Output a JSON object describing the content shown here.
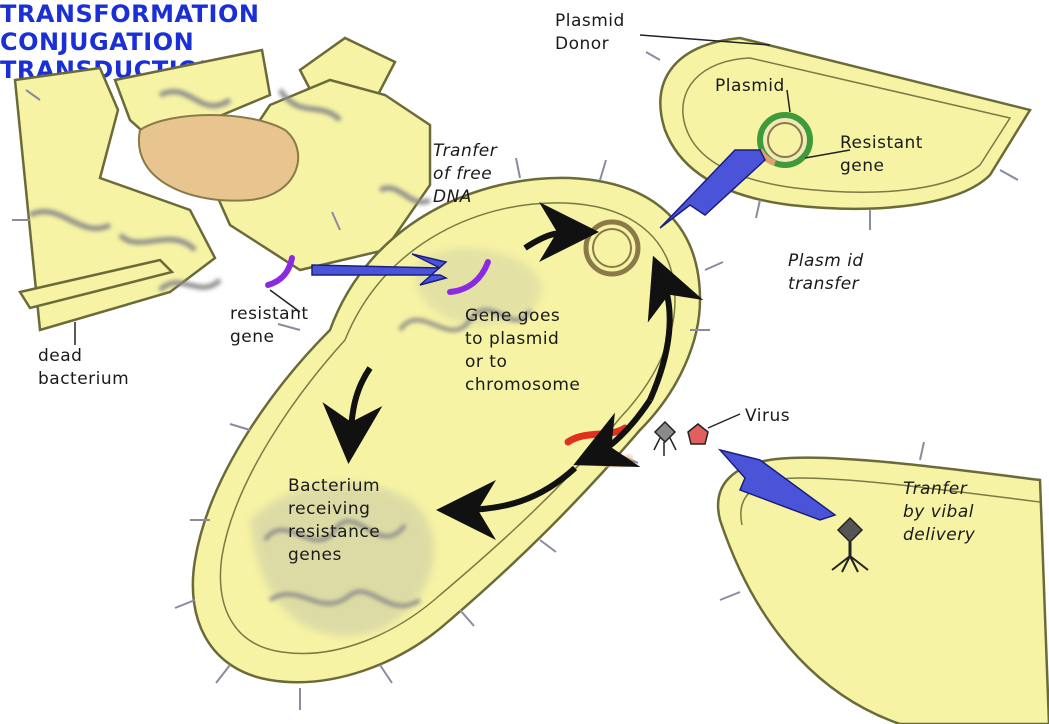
{
  "colors": {
    "cell_fill": "#f6f3a4",
    "cell_stroke": "#6b6b3a",
    "heading_blue": "#1a2fd6",
    "arrow_blue": "#4b54d9",
    "gene_purple": "#8a2be2",
    "gene_red": "#e0301e",
    "plasmid_green": "#3f9a3a",
    "nucleus_tan": "#e8c48e"
  },
  "labels": {
    "plasmid_donor": "Plasmid\nDonor",
    "plasmid": "Plasmid",
    "resistant_gene_right": "Resistant\ngene",
    "transfer_free_dna": "Tranfer\nof free\nDNA",
    "transformation": "TRANSFORMATION",
    "conjugation": "CONJUGATION",
    "plasmid_transfer": "Plasm id\ntransfer",
    "resistant_gene_left": "resistant\ngene",
    "dead_bacterium": "dead\nbacterium",
    "gene_goes": "Gene goes\nto plasmid\nor to\nchromosome",
    "virus": "Virus",
    "transduction": "TRANSDUCTION",
    "transfer_viral": "Tranfer\nby vibal\ndelivery",
    "bacterium_receiving": "Bacterium\nreceiving\nresistance\ngenes"
  },
  "icons": [
    "plasmid-ring-icon",
    "virus-icon",
    "bacteriophage-icon",
    "blue-arrow-icon",
    "black-arrow-icon"
  ]
}
